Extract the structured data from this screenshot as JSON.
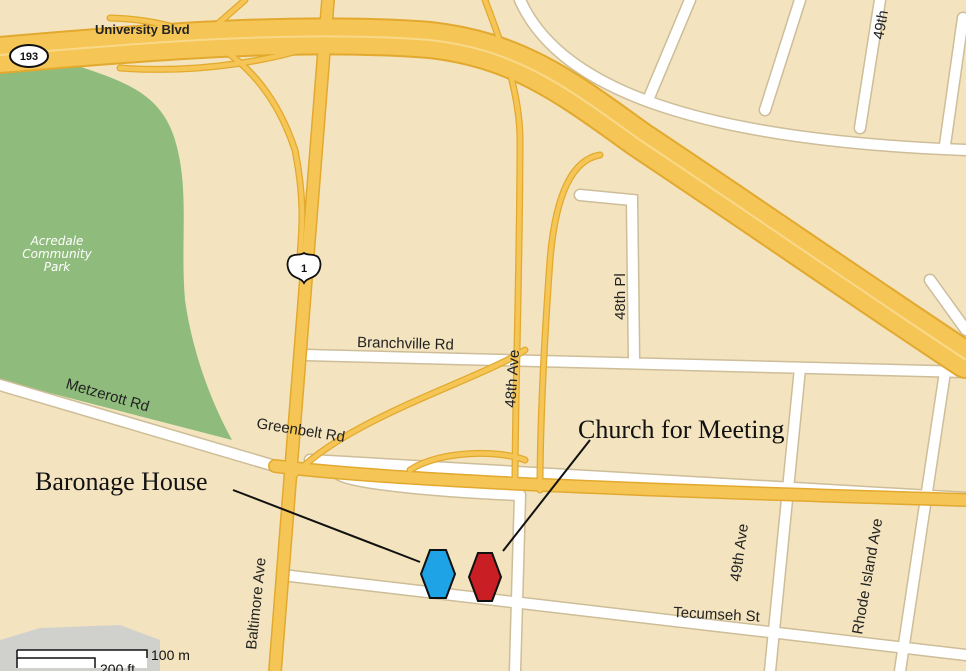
{
  "roads": {
    "university_blvd": "University Blvd",
    "branchville_rd": "Branchville Rd",
    "metzerott_rd": "Metzerott Rd",
    "greenbelt_rd": "Greenbelt Rd",
    "ave_48th": "48th Ave",
    "pl_48th": "48th Pl",
    "baltimore_ave": "Baltimore Ave",
    "ave_49th": "49th Ave",
    "ave_49th_top": "49th",
    "rhode_island_ave": "Rhode Island Ave",
    "tecumseh_st": "Tecumseh St"
  },
  "park": {
    "line1": "Acredale",
    "line2": "Community",
    "line3": "Park"
  },
  "shields": {
    "route_193": "193",
    "route_1": "1"
  },
  "annotations": {
    "church": "Church for Meeting",
    "baronage": "Baronage House"
  },
  "scale": {
    "metric": "100 m",
    "imperial": "200 ft"
  },
  "colors": {
    "land": "#f3e4bf",
    "park": "#8fbc7c",
    "minor_road": "#ffffff",
    "major_road": "#f5c556",
    "major_road_casing": "#e2a92e",
    "baronage_marker": "#1ea3e6",
    "church_marker": "#c81e24"
  }
}
